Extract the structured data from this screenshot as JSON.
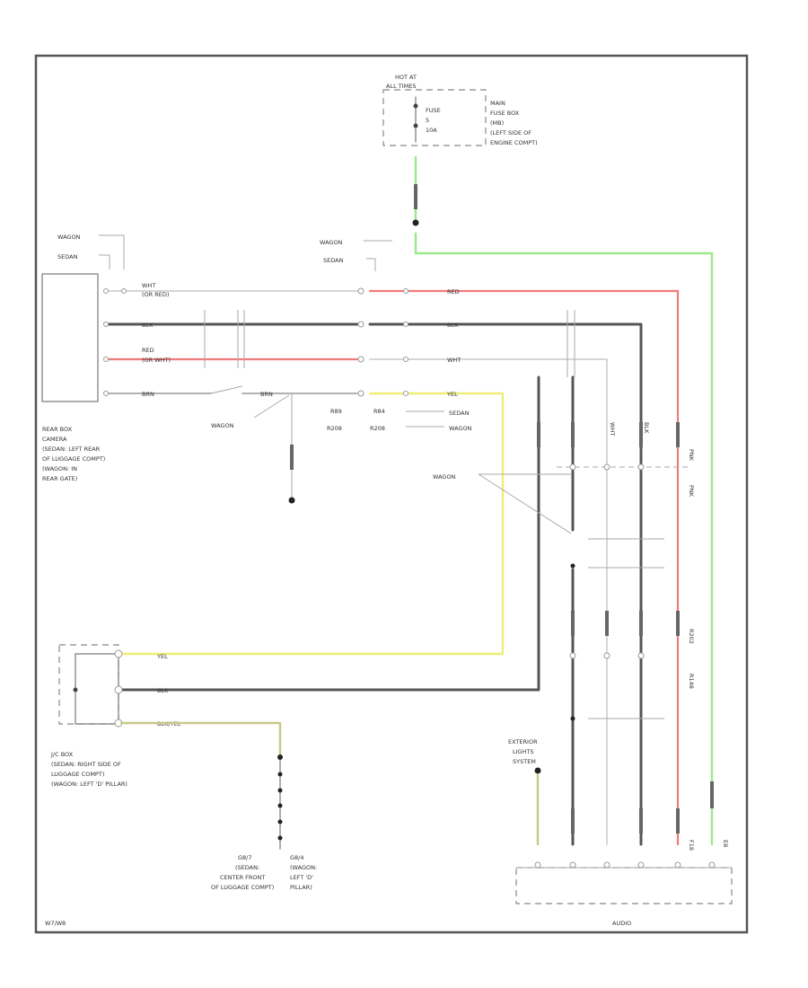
{
  "labels": {
    "hot_at": "HOT AT",
    "all_times": "ALL TIMES",
    "fuse_line1": "FUSE",
    "fuse_line2": "5",
    "fuse_line3": "10A",
    "main_fuse_1": "MAIN",
    "main_fuse_2": "FUSE BOX",
    "main_fuse_3": "(MB)",
    "main_fuse_4": "(LEFT SIDE OF",
    "main_fuse_5": "ENGINE COMPT)",
    "wagon_1": "WAGON",
    "sedan_1": "SEDAN",
    "wagon_2": "WAGON",
    "sedan_2": "SEDAN",
    "wht_red": "WHT",
    "wht_red_2": "(OR RED)",
    "blk_1": "BLK",
    "red_wht": "RED",
    "red_wht_2": "(OR WHT)",
    "bru_1": "BRN",
    "red_right": "RED",
    "blk_right": "BLK",
    "wht_right": "WHT",
    "yel_right": "YEL",
    "brn_mid": "BRN",
    "r89": "R89",
    "r208_a": "R208",
    "r84": "R84",
    "r208_b": "R208",
    "sedan_3": "SEDAN",
    "wagon_3": "WAGON",
    "wagon_4": "WAGON",
    "wagon_5": "WAGON",
    "camera_1": "REAR BOX",
    "camera_2": "CAMERA",
    "camera_3": "(SEDAN: LEFT REAR",
    "camera_4": "OF LUGGAGE COMPT)",
    "camera_5": "(WAGON: IN",
    "camera_6": "REAR GATE)",
    "yel_low": "YEL",
    "blk_low": "BLK",
    "blk_yel": "BLK/YEL",
    "jc_1": "J/C BOX",
    "jc_2": "(SEDAN: RIGHT SIDE OF",
    "jc_3": "LUGGAGE COMPT)",
    "jc_4": "(WAGON: LEFT 'D' PILLAR)",
    "g1_1": "G8/7",
    "g1_2": "(SEDAN:",
    "g1_3": "CENTER FRONT",
    "g1_4": "OF LUGGAGE COMPT)",
    "g2_1": "G8/4",
    "g2_2": "(WAGON:",
    "g2_3": "LEFT 'D'",
    "g2_4": "PILLAR)",
    "ext_1": "EXTERIOR",
    "ext_2": "LIGHTS",
    "ext_3": "SYSTEM",
    "pink_1": "PNK",
    "pink_2": "PNK",
    "r202": "R202",
    "f18": "F18",
    "r148": "R148",
    "e8": "E8",
    "wht_v": "WHT",
    "blk_v": "BLK",
    "unit_box": "AUDIO",
    "code": "W7/W8"
  }
}
